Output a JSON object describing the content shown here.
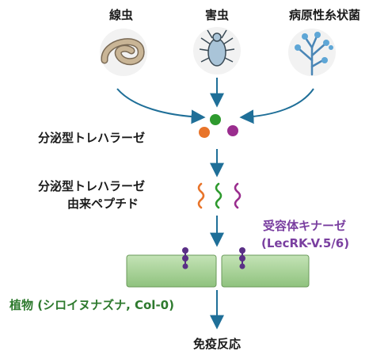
{
  "sources": {
    "nematode": "線虫",
    "pest": "害虫",
    "fungus": "病原性糸状菌"
  },
  "enzyme_label": "分泌型トレハラーゼ",
  "peptide_label": {
    "line1": "分泌型トレハラーゼ",
    "line2": "由来ペプチド"
  },
  "receptor_label": {
    "line1": "受容体キナーゼ",
    "line2": "(LecRK-V.5/6)"
  },
  "plant_label": "植物 (シロイヌナズナ, Col-0)",
  "response_label": "免疫反応",
  "colors": {
    "arrow": "#1f6f98",
    "dot_green": "#2e9a2e",
    "dot_orange": "#e8742a",
    "dot_purple": "#9a2d8e",
    "cell_fill": "#a9d49a",
    "cell_stroke": "#6a9a5a",
    "receptor": "#5a2f86",
    "receptor_text": "#7a3fa0",
    "plant_text": "#2e7a2e"
  }
}
